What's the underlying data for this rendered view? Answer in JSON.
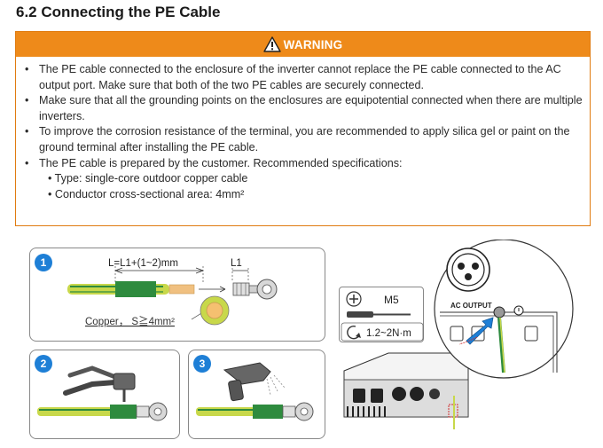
{
  "heading": "6.2 Connecting the PE Cable",
  "warning": {
    "title": "WARNING",
    "items": [
      "The PE cable connected to the enclosure of the inverter cannot replace the PE cable connected to the AC output port. Make sure that both of the two PE cables are securely connected.",
      "Make sure that all the grounding points on the enclosures are equipotential connected when there are multiple inverters.",
      "To improve the corrosion resistance of the terminal, you are recommended to apply silica gel or paint on the ground terminal after installing the PE cable.",
      "The PE cable is prepared by the customer. Recommended specifications:"
    ],
    "sub_items": [
      "• Type: single-core outdoor copper cable",
      "• Conductor cross-sectional area: 4mm²"
    ]
  },
  "steps": {
    "step1": {
      "number": "1",
      "length_label": "L=L1+(1~2)mm",
      "l1_label": "L1",
      "copper_label": "Copper， S≧4mm²"
    },
    "step2": {
      "number": "2"
    },
    "step3": {
      "number": "3"
    }
  },
  "torque": {
    "screw": "M5",
    "value": "1.2~2N·m"
  },
  "inverter": {
    "port_label": "AC OUTPUT"
  },
  "colors": {
    "warning_bar": "#ee8a1a",
    "step_badge": "#1e7fd6",
    "sleeve_green": "#2e8b3e",
    "cable_yellow": "#c8d84a"
  }
}
